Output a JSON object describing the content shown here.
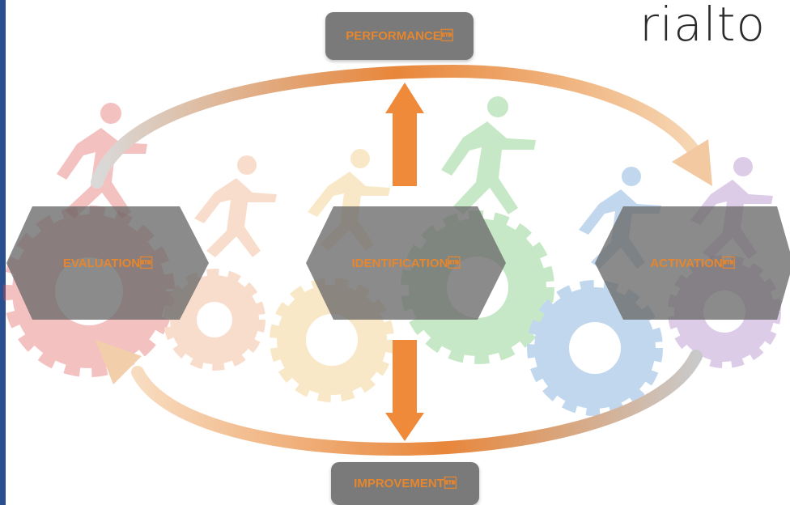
{
  "logo": "rialto",
  "stages": {
    "top": "PERFORMANCE\u0017",
    "bottom": "IMPROVEMENT\u0017",
    "left": "EVALUATION\u0017",
    "center": "IDENTIFICATION\u0017",
    "right": "ACTIVATION\u0017"
  },
  "colors": {
    "accent": "#e7862c",
    "box": "#7a7a7a",
    "sidebar": "#2a4f8f"
  },
  "icons": [
    "runner-icon",
    "gear-icon",
    "arrow-up-icon",
    "arrow-down-icon",
    "cycle-arrow-icon"
  ]
}
